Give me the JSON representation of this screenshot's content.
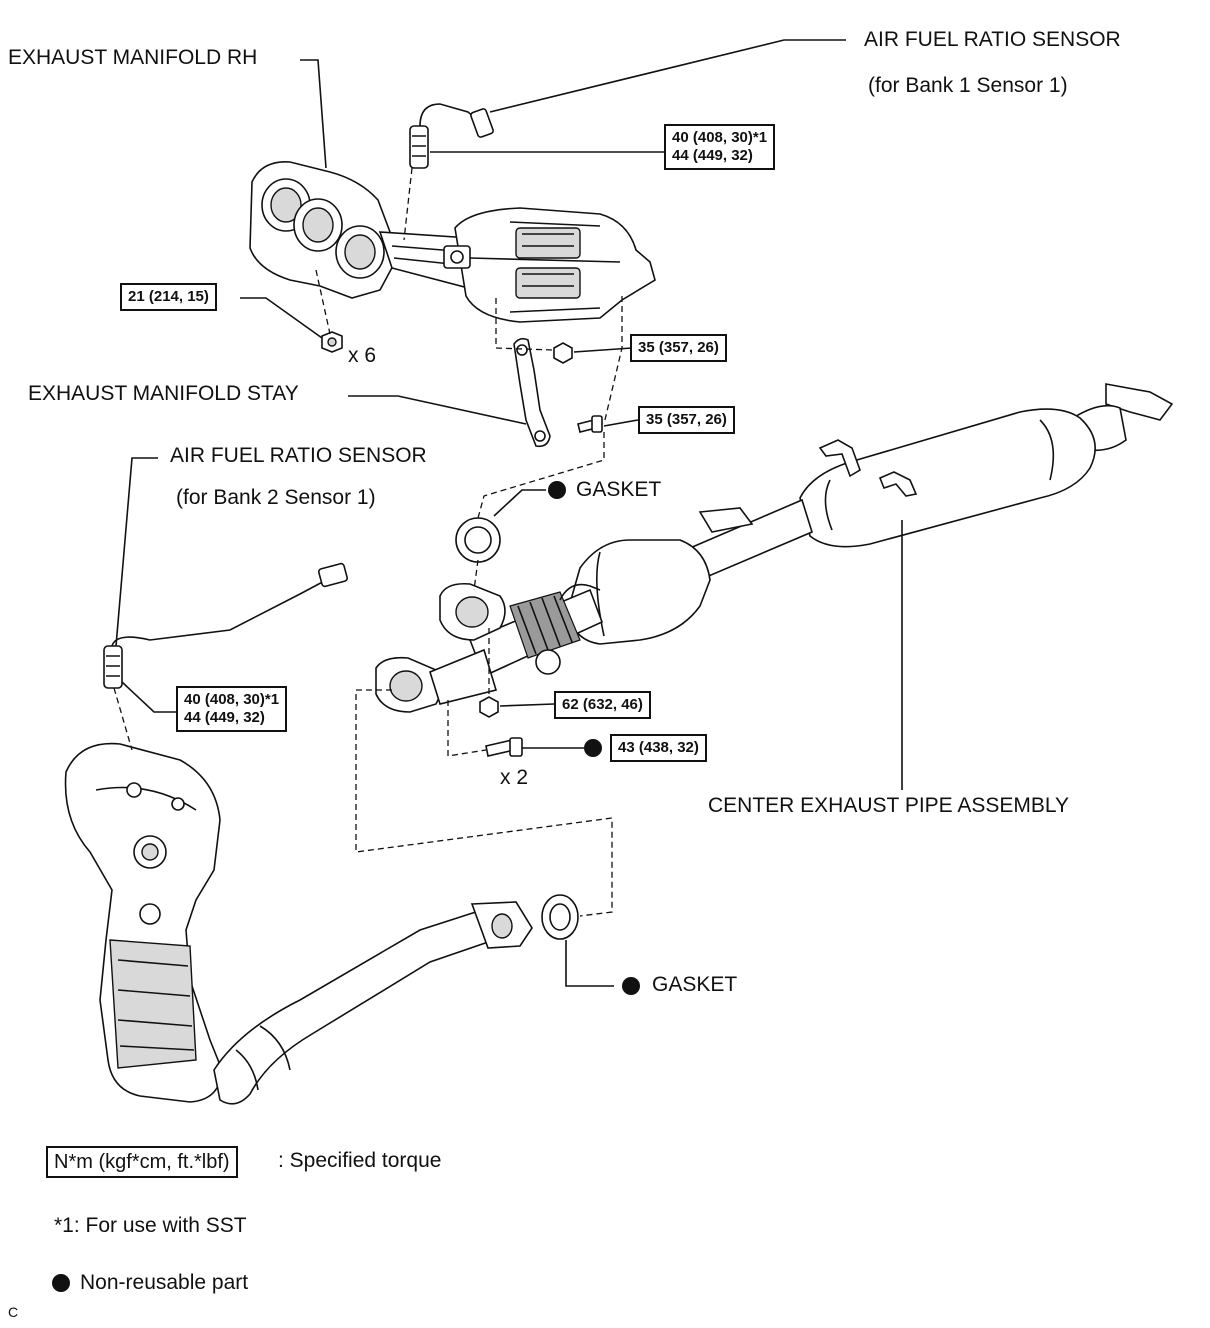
{
  "labels": {
    "exhaust_manifold_rh": "EXHAUST MANIFOLD RH",
    "af_sensor_bank1": "AIR FUEL RATIO SENSOR",
    "af_sensor_bank1_note": "(for Bank 1 Sensor 1)",
    "exhaust_manifold_stay": "EXHAUST MANIFOLD STAY",
    "af_sensor_bank2": "AIR FUEL RATIO SENSOR",
    "af_sensor_bank2_note": "(for Bank 2 Sensor 1)",
    "gasket_upper": "GASKET",
    "gasket_lower": "GASKET",
    "center_exhaust_pipe": "CENTER EXHAUST PIPE ASSEMBLY",
    "qty_nuts": "x 6",
    "qty_bolts": "x 2"
  },
  "torques": {
    "sensor_b1_line1": "40 (408, 30)*1",
    "sensor_b1_line2": "44 (449, 32)",
    "manifold_nuts": "21 (214, 15)",
    "stay_nut": "35 (357, 26)",
    "stay_bolt": "35 (357, 26)",
    "sensor_b2_line1": "40 (408, 30)*1",
    "sensor_b2_line2": "44 (449, 32)",
    "pipe_nut": "62 (632, 46)",
    "pipe_bolt": "43 (438, 32)"
  },
  "legend": {
    "unit_box": "N*m (kgf*cm, ft.*lbf)",
    "unit_text": ": Specified torque",
    "sst_note": "*1: For use with SST",
    "nonreusable": "Non-reusable part"
  },
  "corner_mark": "C"
}
